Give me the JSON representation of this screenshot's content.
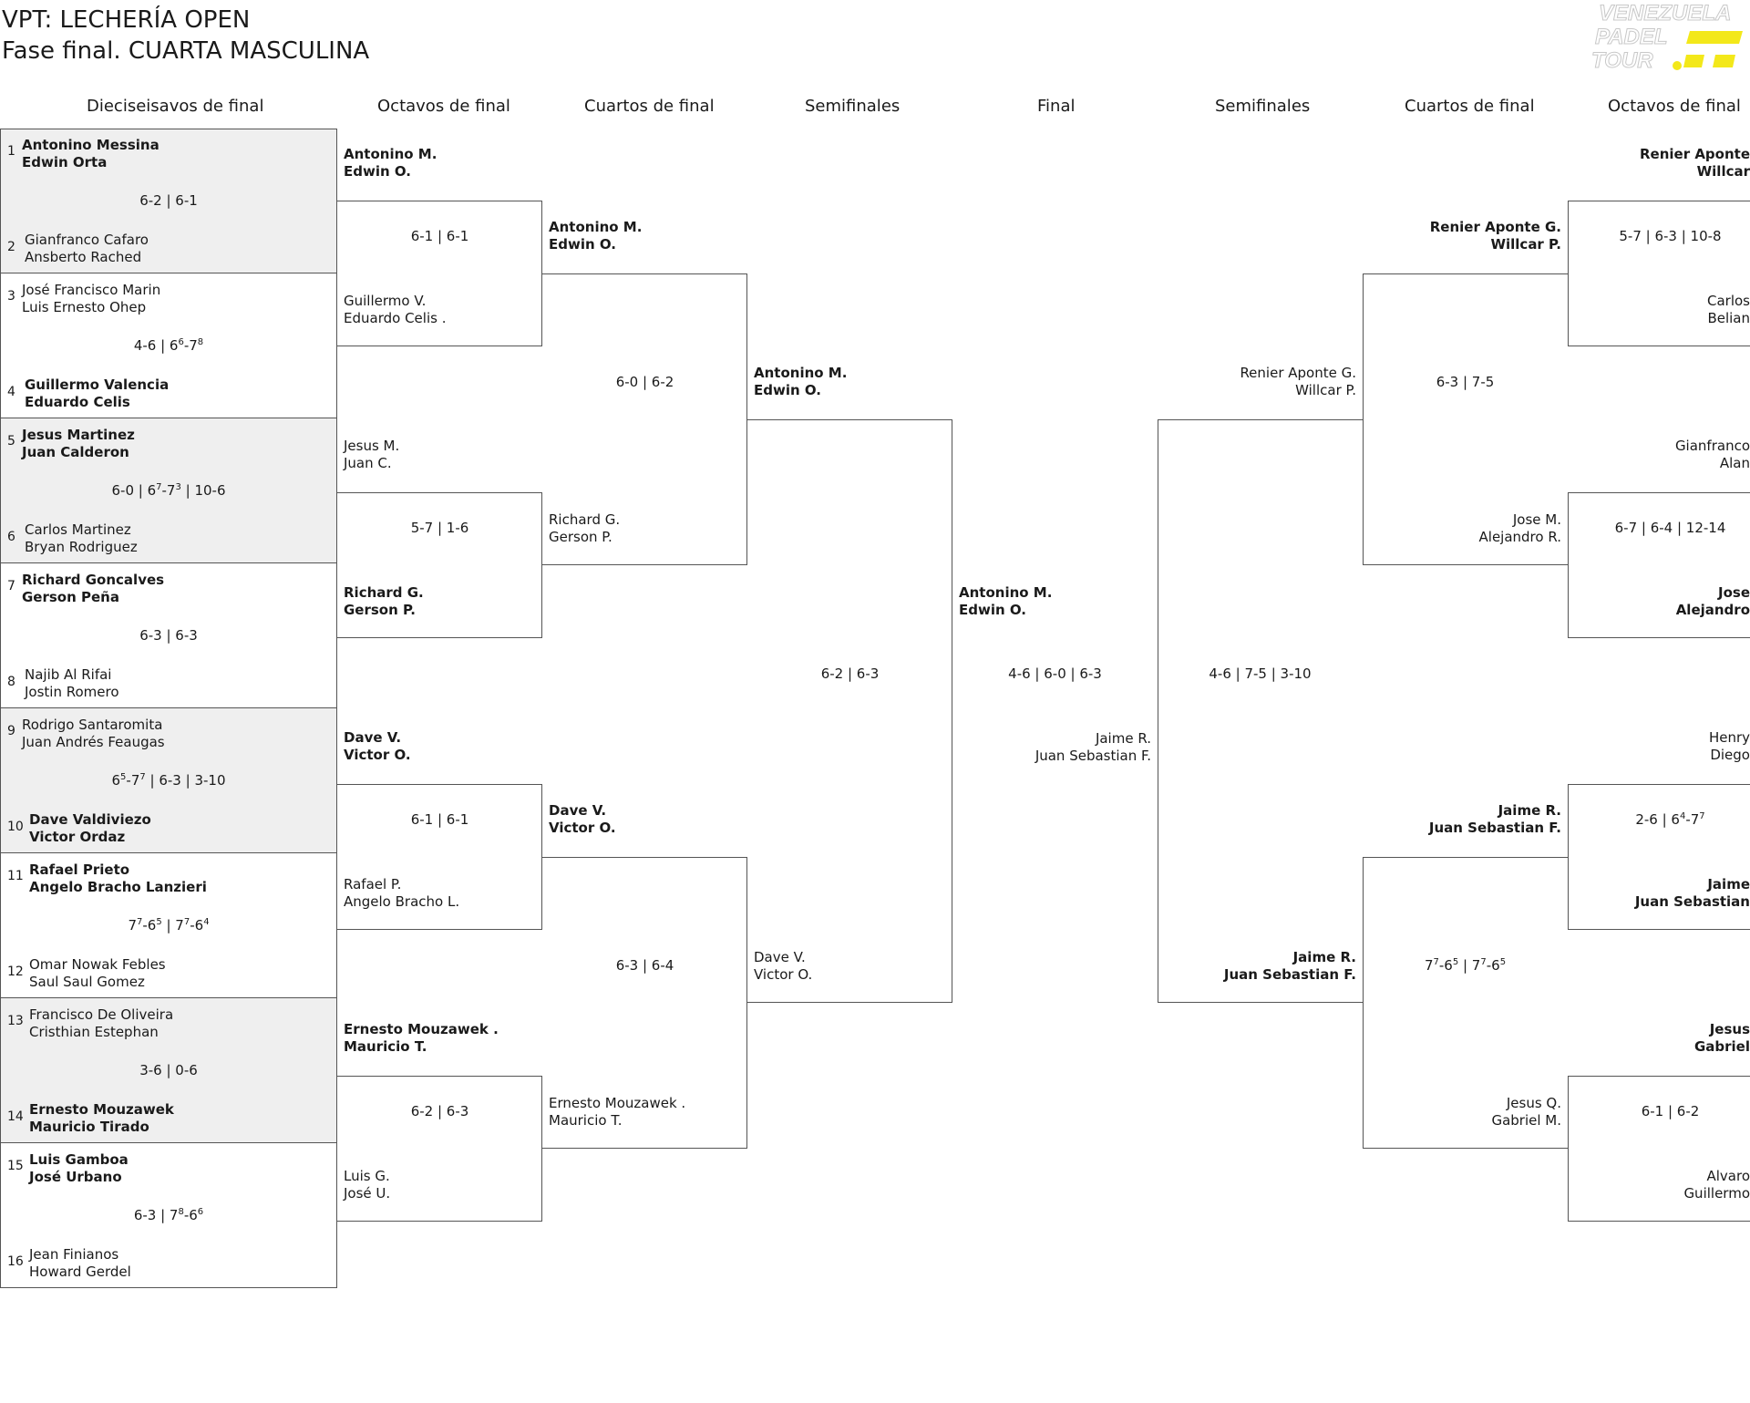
{
  "header": {
    "title_line1": "VPT: LECHERÍA OPEN",
    "title_line2": "Fase final. CUARTA MASCULINA",
    "logo_text": [
      "VENEZUELA",
      "PADEL",
      "TOUR"
    ]
  },
  "columns": {
    "left": [
      "Dieciseisavos de final",
      "Octavos de final",
      "Cuartos de final",
      "Semifinales"
    ],
    "final": "Final",
    "right": [
      "Semifinales",
      "Cuartos de final",
      "Octavos de final"
    ]
  },
  "round_of_32": [
    {
      "seed_a": "1",
      "team_a": [
        "Antonino Messina",
        "Edwin Orta"
      ],
      "winner": "a",
      "score": "6-2 | 6-1",
      "seed_b": "2",
      "team_b": [
        "Gianfranco Cafaro",
        "Ansberto Rached"
      ]
    },
    {
      "seed_a": "3",
      "team_a": [
        "José Francisco Marin",
        "Luis Ernesto Ohep"
      ],
      "winner": "b",
      "score": "4-6 | 6<sup>6</sup>-7<sup>8</sup>",
      "seed_b": "4",
      "team_b": [
        "Guillermo Valencia",
        "Eduardo Celis"
      ]
    },
    {
      "seed_a": "5",
      "team_a": [
        "Jesus Martinez",
        "Juan Calderon"
      ],
      "winner": "a",
      "score": "6-0 | 6<sup>7</sup>-7<sup>3</sup> | 10-6",
      "seed_b": "6",
      "team_b": [
        "Carlos Martinez",
        "Bryan Rodriguez"
      ]
    },
    {
      "seed_a": "7",
      "team_a": [
        "Richard Goncalves",
        "Gerson Peña"
      ],
      "winner": "a",
      "score": "6-3 | 6-3",
      "seed_b": "8",
      "team_b": [
        "Najib Al Rifai",
        "Jostin Romero"
      ]
    },
    {
      "seed_a": "9",
      "team_a": [
        "Rodrigo Santaromita",
        "Juan Andrés Feaugas"
      ],
      "winner": "b",
      "score": "6<sup>5</sup>-7<sup>7</sup> | 6-3 | 3-10",
      "seed_b": "10",
      "team_b": [
        "Dave Valdiviezo",
        "Victor Ordaz"
      ]
    },
    {
      "seed_a": "11",
      "team_a": [
        "Rafael Prieto",
        "Angelo Bracho Lanzieri"
      ],
      "winner": "a",
      "score": "7<sup>7</sup>-6<sup>5</sup> | 7<sup>7</sup>-6<sup>4</sup>",
      "seed_b": "12",
      "team_b": [
        "Omar Nowak Febles",
        "Saul Saul Gomez"
      ]
    },
    {
      "seed_a": "13",
      "team_a": [
        "Francisco De Oliveira",
        "Cristhian Estephan"
      ],
      "winner": "b",
      "score": "3-6 | 0-6",
      "seed_b": "14",
      "team_b": [
        "Ernesto Mouzawek",
        "Mauricio Tirado"
      ]
    },
    {
      "seed_a": "15",
      "team_a": [
        "Luis Gamboa",
        "José Urbano"
      ],
      "winner": "a",
      "score": "6-3 | 7<sup>8</sup>-6<sup>6</sup>",
      "seed_b": "16",
      "team_b": [
        "Jean Finianos",
        "Howard Gerdel"
      ]
    }
  ],
  "left_octavos": [
    {
      "team_a": [
        "Antonino M.",
        "Edwin O."
      ],
      "score": "6-1 | 6-1",
      "team_b": [
        "Guillermo V.",
        "Eduardo Celis ."
      ],
      "winner": "a"
    },
    {
      "team_a": [
        "Jesus M.",
        "Juan C."
      ],
      "score": "5-7 | 1-6",
      "team_b": [
        "Richard G.",
        "Gerson P."
      ],
      "winner": "b"
    },
    {
      "team_a": [
        "Dave V.",
        "Victor O."
      ],
      "score": "6-1 | 6-1",
      "team_b": [
        "Rafael P.",
        "Angelo Bracho L."
      ],
      "winner": "a"
    },
    {
      "team_a": [
        "Ernesto Mouzawek .",
        "Mauricio T."
      ],
      "score": "6-2 | 6-3",
      "team_b": [
        "Luis G.",
        "José U."
      ],
      "winner": "a"
    }
  ],
  "left_cuartos": [
    {
      "team_a": [
        "Antonino M.",
        "Edwin O."
      ],
      "score": "6-0 | 6-2",
      "team_b": [
        "Richard G.",
        "Gerson P."
      ],
      "winner": "a"
    },
    {
      "team_a": [
        "Dave V.",
        "Victor O."
      ],
      "score": "6-3 | 6-4",
      "team_b": [
        "Ernesto Mouzawek .",
        "Mauricio T."
      ],
      "winner": "a"
    }
  ],
  "left_semi": {
    "team_a": [
      "Antonino M.",
      "Edwin O."
    ],
    "score": "6-2 | 6-3",
    "team_b": [
      "Dave V.",
      "Victor O."
    ],
    "winner": "a"
  },
  "final": {
    "team_a": [
      "Antonino M.",
      "Edwin O."
    ],
    "score": "4-6 | 6-0 | 6-3",
    "team_b": [
      "Jaime R.",
      "Juan Sebastian F."
    ],
    "winner": "a"
  },
  "right_semi": {
    "score": "4-6 | 7-5 | 3-10",
    "team_a": [
      "Renier Aponte G.",
      "Willcar P."
    ],
    "team_b": [
      "Jaime R.",
      "Juan Sebastian F."
    ],
    "winner": "b"
  },
  "right_cuartos": [
    {
      "team_a": [
        "Renier Aponte G.",
        "Willcar P."
      ],
      "score": "6-3 | 7-5",
      "team_b": [
        "Jose M.",
        "Alejandro R."
      ],
      "winner": "a"
    },
    {
      "team_a": [
        "Jaime R.",
        "Juan Sebastian F."
      ],
      "score": "7<sup>7</sup>-6<sup>5</sup> | 7<sup>7</sup>-6<sup>5</sup>",
      "team_b": [
        "Jesus Q.",
        "Gabriel M."
      ],
      "winner": "a"
    }
  ],
  "right_octavos": [
    {
      "team_a": [
        "Renier Aponte",
        "Willcar"
      ],
      "score": "5-7 | 6-3 | 10-8",
      "team_b": [
        "Carlos",
        "Belian"
      ],
      "winner": "a"
    },
    {
      "team_a": [
        "Gianfranco",
        "Alan"
      ],
      "score": "6-7 | 6-4 | 12-14",
      "team_b": [
        "Jose",
        "Alejandro"
      ],
      "winner": "b"
    },
    {
      "team_a": [
        "Henry",
        "Diego"
      ],
      "score": "2-6 | 6<sup>4</sup>-7<sup>7</sup>",
      "team_b": [
        "Jaime",
        "Juan Sebastian"
      ],
      "winner": "b"
    },
    {
      "team_a": [
        "Jesus",
        "Gabriel"
      ],
      "score": "6-1 | 6-2",
      "team_b": [
        "Alvaro",
        "Guillermo"
      ],
      "winner": "a"
    }
  ],
  "colors": {
    "line": "#555555",
    "shade": "#efefef",
    "logo_yellow": "#f3e81a",
    "logo_grey": "#d6d6d6"
  }
}
